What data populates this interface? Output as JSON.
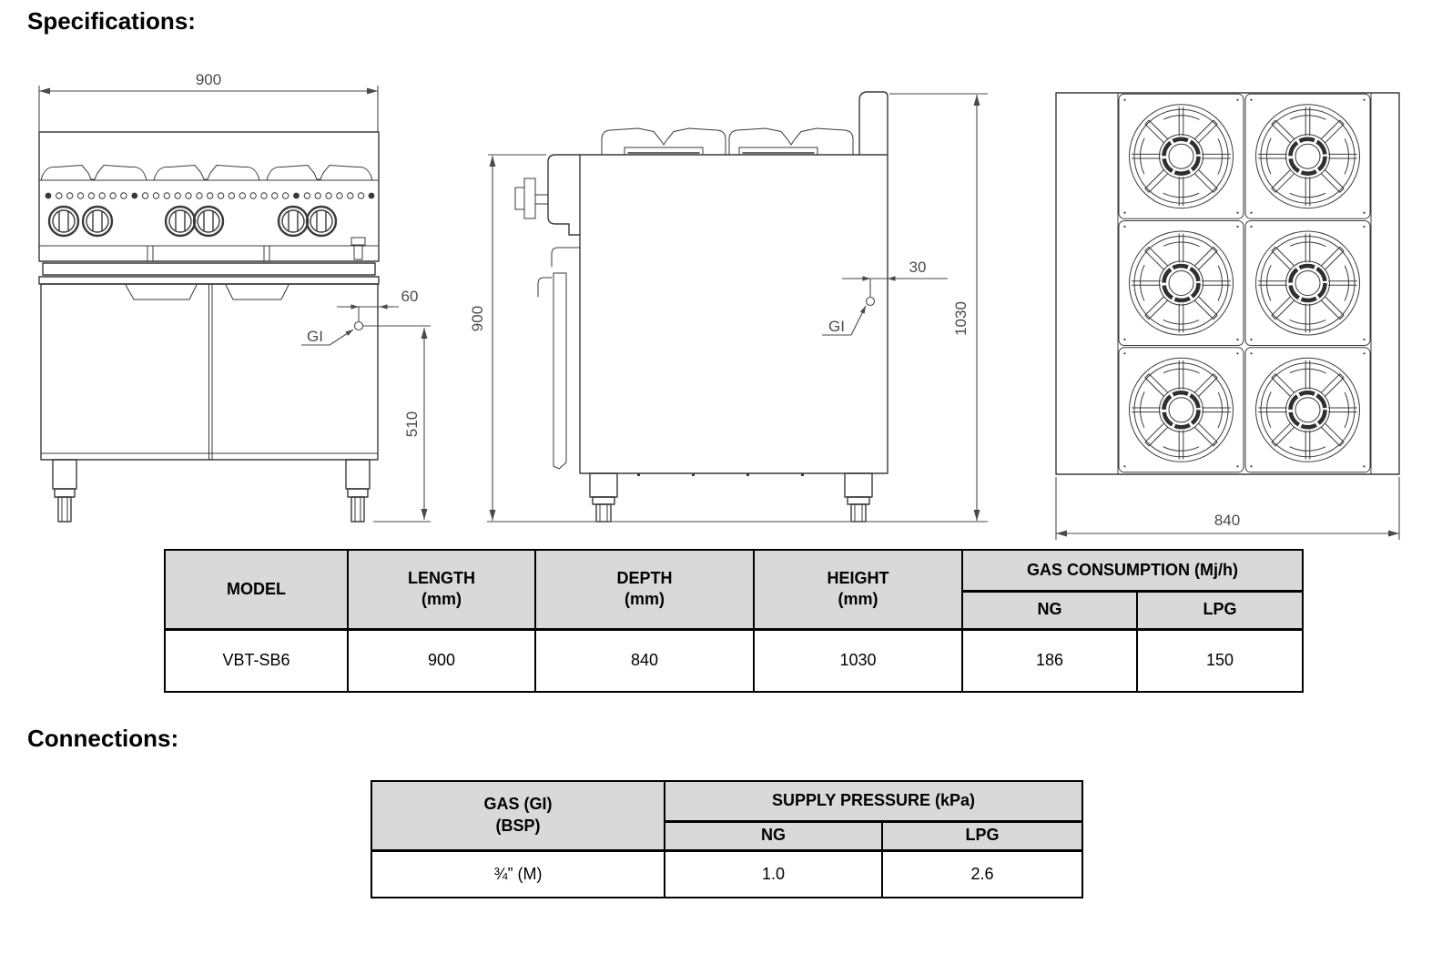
{
  "headings": {
    "specifications": "Specifications:",
    "connections": "Connections:"
  },
  "front_view": {
    "width_dim": "900",
    "gas_offset_dim": "60",
    "gas_height_dim": "510",
    "gas_inlet_label": "GI"
  },
  "side_view": {
    "body_height_dim": "900",
    "total_height_dim": "1030",
    "gas_offset_dim": "30",
    "gas_inlet_label": "GI"
  },
  "top_view": {
    "depth_dim": "840"
  },
  "spec_table": {
    "col_headers": [
      "MODEL",
      "LENGTH\n(mm)",
      "DEPTH\n(mm)",
      "HEIGHT\n(mm)"
    ],
    "gas_consumption_header": "GAS CONSUMPTION (Mj/h)",
    "gas_sub_headers": [
      "NG",
      "LPG"
    ],
    "row": {
      "model": "VBT-SB6",
      "length_mm": "900",
      "depth_mm": "840",
      "height_mm": "1030",
      "gas_ng": "186",
      "gas_lpg": "150"
    }
  },
  "connections_table": {
    "gas_header": "GAS (GI)\n(BSP)",
    "supply_pressure_header": "SUPPLY PRESSURE (kPa)",
    "sub_headers": [
      "NG",
      "LPG"
    ],
    "row": {
      "size": "¾” (M)",
      "ng": "1.0",
      "lpg": "2.6"
    }
  }
}
